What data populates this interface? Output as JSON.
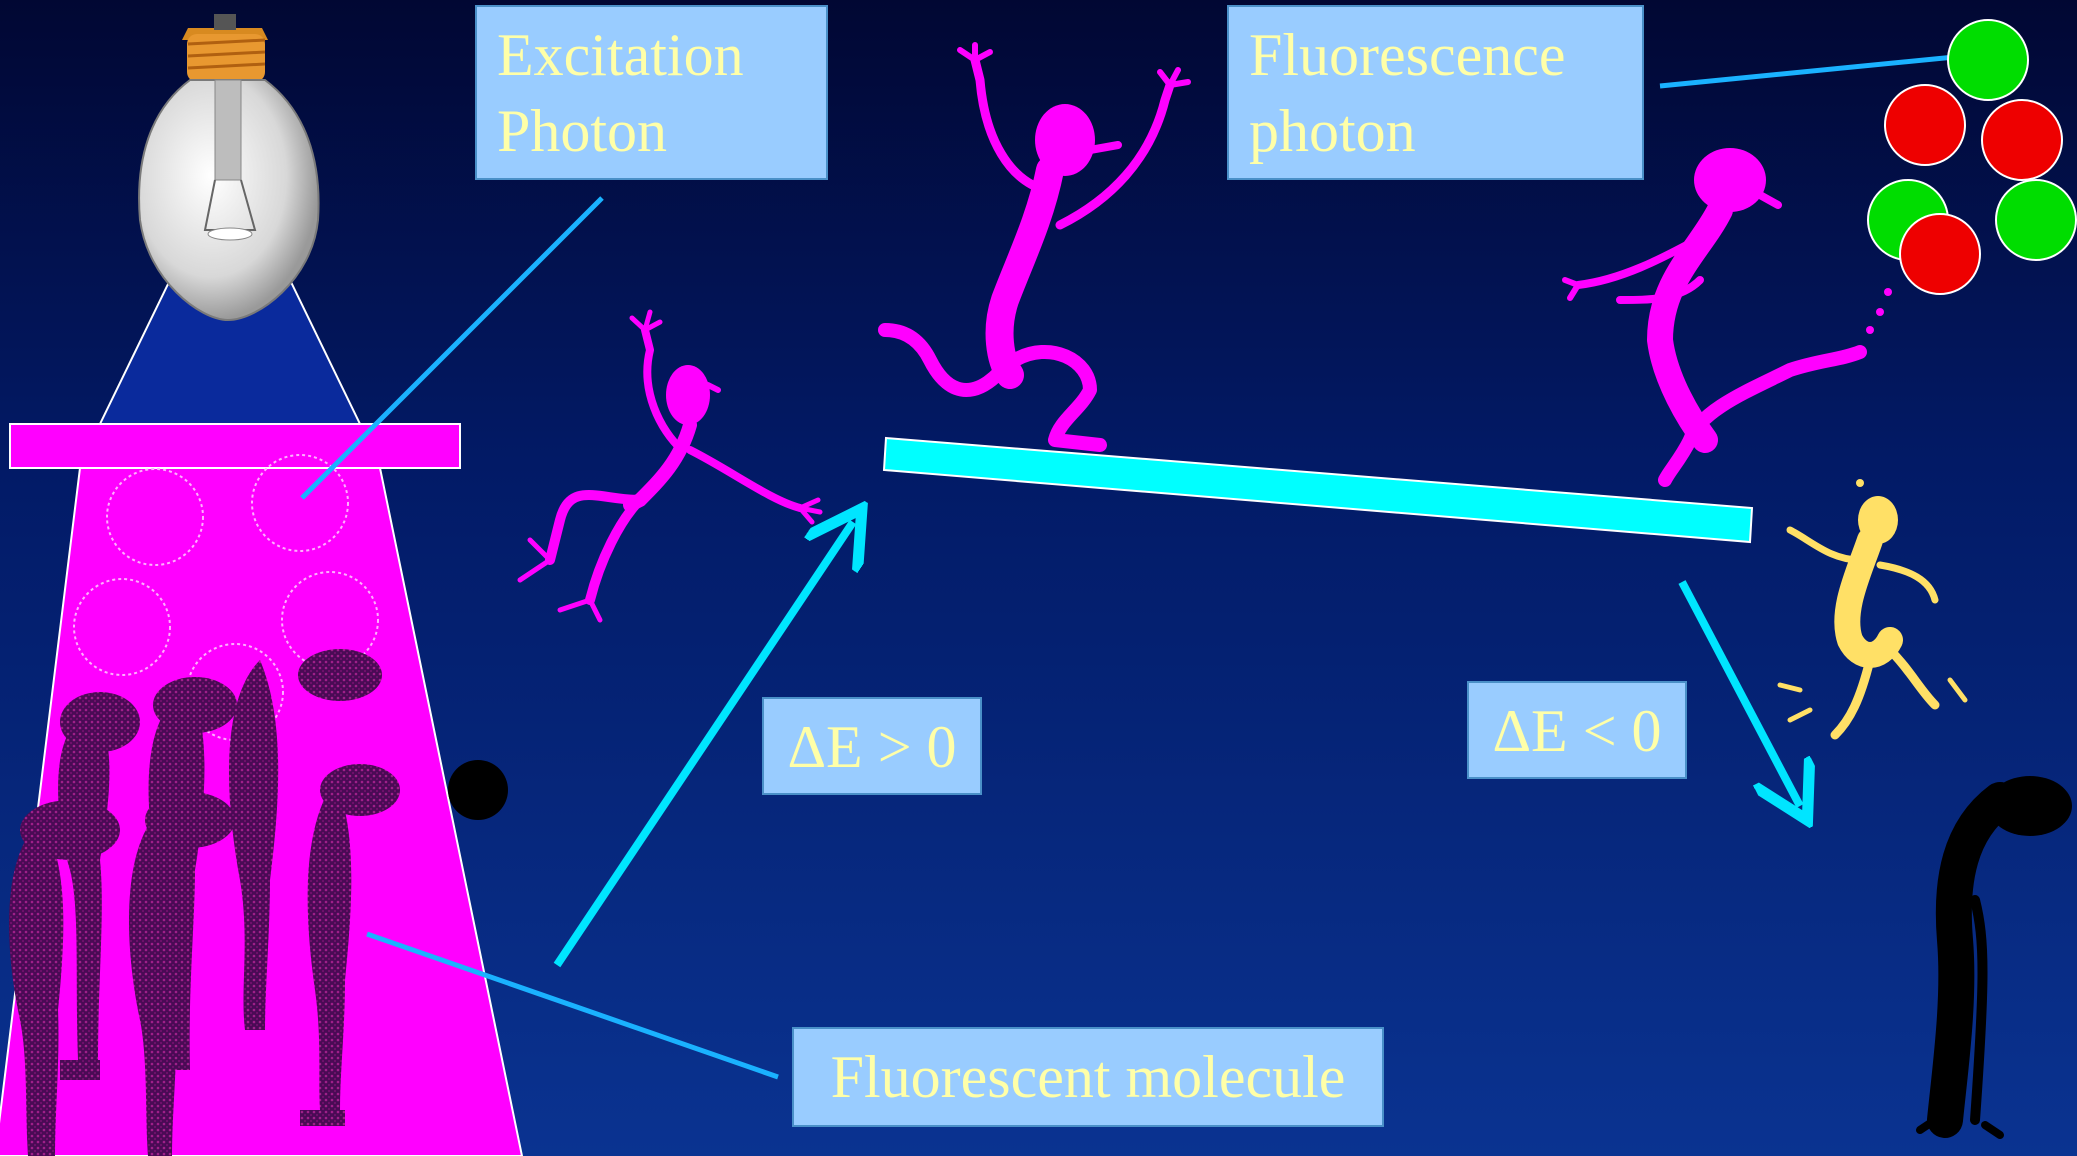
{
  "labels": {
    "excitation_line1": "Excitation",
    "excitation_line2": "Photon",
    "fluorescence_line1": "Fluorescence",
    "fluorescence_line2": "photon",
    "delta_positive": "ΔE > 0",
    "delta_negative": "ΔE < 0",
    "fluorescent_molecule": "Fluorescent molecule"
  },
  "colors": {
    "background_top": "#010733",
    "background_bottom": "#0a3391",
    "label_box": "#99ccff",
    "label_text": "#ffffa8",
    "excited_figure": "#ff00ff",
    "relaxed_figure": "#ffe066",
    "ground_figure": "#000000",
    "energy_bar": "#00ffff",
    "arrow": "#00e5ff",
    "pointer_line": "#1ab2ff",
    "light_beam": "#ff00ff",
    "photon_green": "#00dd00",
    "photon_red": "#ee0000"
  },
  "icons": {
    "lamp": "light-bulb-icon",
    "filter": "excitation-filter-icon",
    "photons": "photon-cluster-icon"
  }
}
